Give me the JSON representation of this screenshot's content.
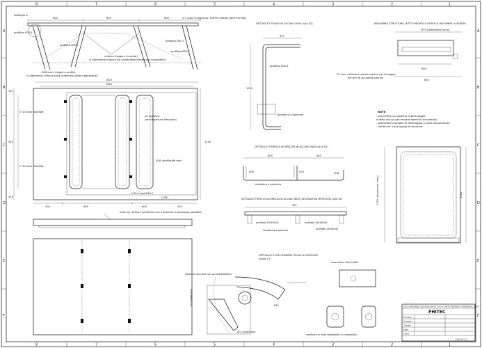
{
  "border": {
    "columns_top": [
      "8",
      "7",
      "6",
      "5",
      "4",
      "3",
      "2",
      "1"
    ],
    "columns_bottom": [
      "8",
      "7",
      "6",
      "5",
      "4",
      "3",
      "2",
      "1"
    ],
    "rows_left": [
      "A",
      "B",
      "C",
      "D",
      "E",
      "F"
    ],
    "rows_right": [
      "A",
      "B",
      "C",
      "D",
      "E",
      "F"
    ]
  },
  "top_left_view": {
    "detail_a": "dettaglio A",
    "profile_30_1": "profilato Ø30.1",
    "profile_30_2": "profilato Ø30.1",
    "profile_30_3": "profilato Ø30.1",
    "profile_26": "profilato Ø26.7",
    "dim_620": "620",
    "dim_650": "650",
    "dim_600": "600",
    "top_note": "n°2 piani in legno sp. 15mm (ulteglo come corrida)",
    "rinforzo_1": "rinforzo (leggio a ricavato)",
    "rinforzo_2": "in alternativa rinforzo sul contenitore (fissare per lingueterie)",
    "bottom_note_1": "Ø30mmm (leggio a profila)",
    "bottom_note_2": "in alternativa rinforzo sulla contenuta (diforo legnandire)"
  },
  "plan_view": {
    "dim_1670": "1670",
    "dim_1615": "1615",
    "dim_200a": "200",
    "dim_600": "600",
    "dim_600b": "600",
    "dim_200b": "200",
    "dim_1100": "1100",
    "dim_145a": "145",
    "dim_145b": "145",
    "dim_410": "410",
    "dim_left_1": "n°10 anse marilate",
    "dim_left_2": "n°10 anse marilate",
    "note_ossatura": "10 ossatura",
    "note_ossatura_2": "(per fingerture flemplure)",
    "note_profilati": "Ø16 (profilatiffe fem)",
    "note_bottom_1": "n°24.5 foot Ø10.5",
    "note_bottom_2": "(336)"
  },
  "plank_note": "futon sp. 100mm (verificare con il fornitore il packaging possibile)",
  "frame_detail": {
    "title": "DETTAGLIO TELAIO IN ACCIAIO INOX (q.tà 02)",
    "dim_497": "497",
    "dim_1013": "1013",
    "profile": "profilato Ø30.1",
    "note": "lucidatura a specchio"
  },
  "mattress_detail": {
    "title": "INGOMBRO STRUTTURA LETTO PIEGATA E VERIFICA INGOMBRO A BORDO",
    "dim_670": "670 (dimensioni vano)",
    "dim_600": "600",
    "dim_630": "630",
    "note_1": "30 circa (utilizzare spazio residuo per stivaggio",
    "note_2": "dei ferri di sicurezza laterali)"
  },
  "notes": {
    "title": "NOTE",
    "items": [
      "- prevedere un sistema di bloccaggio",
      "  a tetto chiuso per evitare aperture accidentali",
      "- prevedere maniglie di afferraggio a vista lateralmente",
      "- verificare il packaging di fornitura"
    ]
  },
  "safety_irons": {
    "title": "DETTAGLIO FERRI DI SICUREZZA IN ACCIAIO INOX (q.tà 02)",
    "dim_600": "600",
    "dim_500": "500",
    "dim_80a": "Ø10",
    "dim_80b": "Ø10",
    "note_1": "lucidatura a specchio",
    "note_2": "Ø16"
  },
  "safety_irons_alt": {
    "title": "DETTAGLIO FERRI DI SICUREZZA IN ACCIAIO INOX (ALTERNATIVA PROPOSTA) (q.tà 02)",
    "dim_520": "520",
    "note_a": "profilato 16x16x16",
    "note_b": "profilato 16x16x16",
    "note_c": "lucidatura a specchio",
    "note_d": "profilato 16x16x16"
  },
  "side_panel": {
    "dim_1320": "1320 (dimensioni vano)",
    "dim_1100": "1100"
  },
  "hinge_detail": {
    "title": "DETTAGLIO A PER CERNIERA TELAIO DI APPOGGIO",
    "scale": "(scala 1:2)",
    "note_1": "fissare la cerniera con viti autofilettanti",
    "dim_90": "90 (lunghezza)",
    "dim_120": "120 (lunghezza)",
    "dim_r": "R60",
    "note_right": "esecuzione interruttore",
    "note_bottom": "verificare le viste sottostanti in compatible"
  },
  "title_block": {
    "header": "USO DI PROPRIETÀ DEI PROGETTISTI TUTTI I DIRITTI RISERVATI A TERMINI DI LEGGE",
    "company": "PHITEC",
    "rows": [
      [
        "Disegno",
        "",
        "",
        ""
      ],
      [
        "Progetto",
        "",
        "",
        ""
      ],
      [
        "Cliente",
        "",
        "",
        ""
      ],
      [
        "Data",
        "",
        "",
        ""
      ],
      [
        "Scala",
        "",
        "",
        ""
      ]
    ],
    "sheet": "FOGLIO 1/1"
  }
}
